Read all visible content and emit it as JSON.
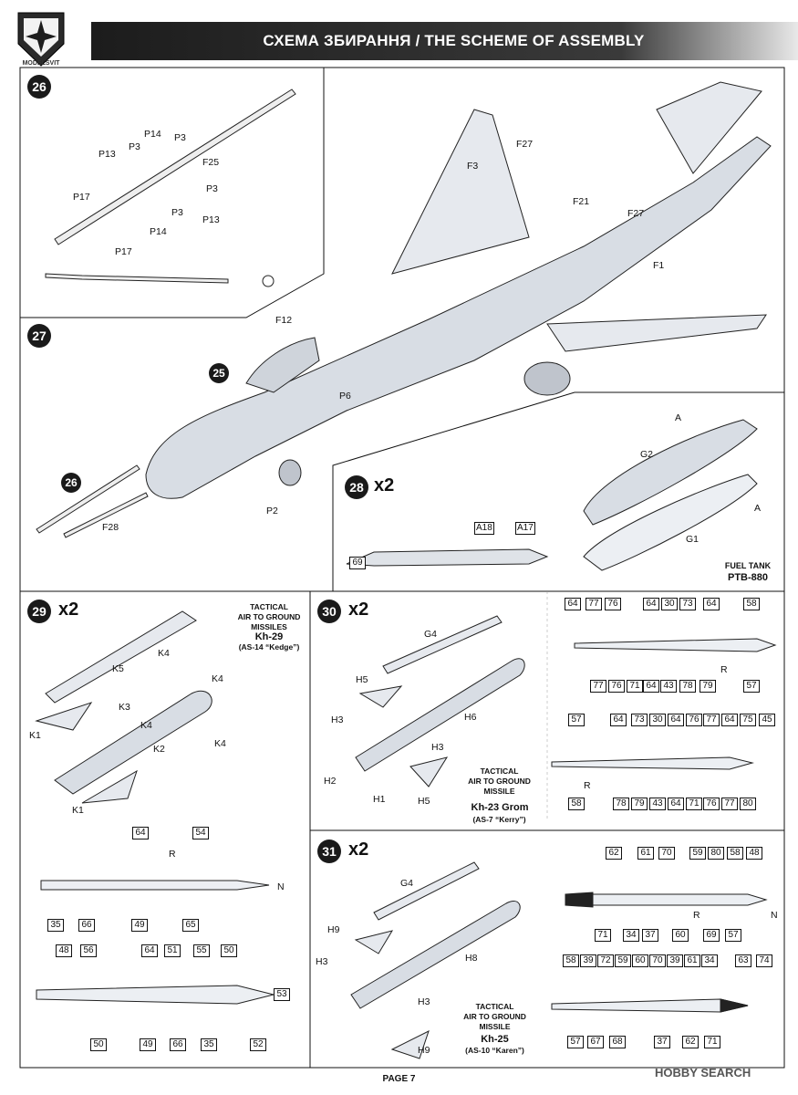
{
  "header": {
    "title": "СХЕМА ЗБИРАННЯ / THE SCHEME OF ASSEMBLY",
    "logo_text": "MODELSVIT"
  },
  "steps": {
    "s26": {
      "number": "26"
    },
    "s27": {
      "number": "27",
      "ref25": "25",
      "ref26": "26"
    },
    "s28": {
      "number": "28",
      "mult": "x2"
    },
    "s29": {
      "number": "29",
      "mult": "x2"
    },
    "s30": {
      "number": "30",
      "mult": "x2"
    },
    "s31": {
      "number": "31",
      "mult": "x2"
    }
  },
  "labels": {
    "p13": "P13",
    "p3": "P3",
    "p14": "P14",
    "p17": "P17",
    "f25": "F25",
    "f27": "F27",
    "f3": "F3",
    "f21": "F21",
    "f1": "F1",
    "f12": "F12",
    "p6": "P6",
    "p2": "P2",
    "f28": "F28",
    "g2": "G2",
    "g1": "G1",
    "a": "A",
    "r": "R",
    "n": "N",
    "k4": "K4",
    "k5": "K5",
    "k3": "K3",
    "k2": "K2",
    "k1": "K1",
    "g4": "G4",
    "h5": "H5",
    "h3": "H3",
    "h6": "H6",
    "h2": "H2",
    "h1": "H1",
    "h9": "H9",
    "h8": "H8"
  },
  "boxes": {
    "a18": "A18",
    "a17": "A17",
    "n69": "69",
    "n64": "64",
    "n77": "77",
    "n76": "76",
    "n30": "30",
    "n73": "73",
    "n58": "58",
    "n71": "71",
    "n43": "43",
    "n78": "78",
    "n79": "79",
    "n57": "57",
    "n75": "75",
    "n45": "45",
    "n80": "80",
    "n54": "54",
    "n35": "35",
    "n66": "66",
    "n49": "49",
    "n65": "65",
    "n48": "48",
    "n56": "56",
    "n51": "51",
    "n55": "55",
    "n50": "50",
    "n53": "53",
    "n52": "52",
    "n62": "62",
    "n61": "61",
    "n70": "70",
    "n59": "59",
    "n34": "34",
    "n37": "37",
    "n60": "60",
    "n39": "39",
    "n72": "72",
    "n63": "63",
    "n74": "74",
    "n67": "67",
    "n68": "68"
  },
  "captions": {
    "fuel_tank": "FUEL TANK",
    "ptb": "PTB-880",
    "kh29_type": "TACTICAL\nAIR TO GROUND\nMISSILES",
    "kh29_name": "Kh-29",
    "kh29_code": "(AS-14 “Kedge”)",
    "kh23_type": "TACTICAL\nAIR TO GROUND\nMISSILE",
    "kh23_name": "Kh-23 Grom",
    "kh23_code": "(AS-7 “Kerry”)",
    "kh25_type": "TACTICAL\nAIR TO GROUND\nMISSILE",
    "kh25_name": "Kh-25",
    "kh25_code": "(AS-10 “Karen”)"
  },
  "footer": {
    "page": "PAGE 7",
    "watermark": "HOBBY SEARCH"
  }
}
